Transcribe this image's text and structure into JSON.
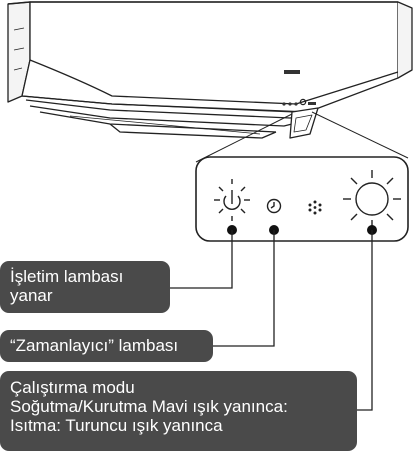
{
  "callouts": {
    "operation_lamp": {
      "line1": "İşletim lambası",
      "line2": "yanar"
    },
    "timer_lamp": {
      "line1": "“Zamanlayıcı” lambası"
    },
    "operation_mode": {
      "line1": "Çalıştırma modu",
      "line2": "Soğutma/Kurutma Mavi ışık yanınca:",
      "line3": "Isıtma: Turuncu ışık yanınca"
    }
  },
  "indicator_panel": {
    "icons": [
      "power-lamp-icon",
      "clock-icon",
      "dots-icon",
      "sun-icon"
    ]
  },
  "colors": {
    "callout_background": "#4a4a4a",
    "callout_text": "#ffffff",
    "line_art": "#222222"
  }
}
